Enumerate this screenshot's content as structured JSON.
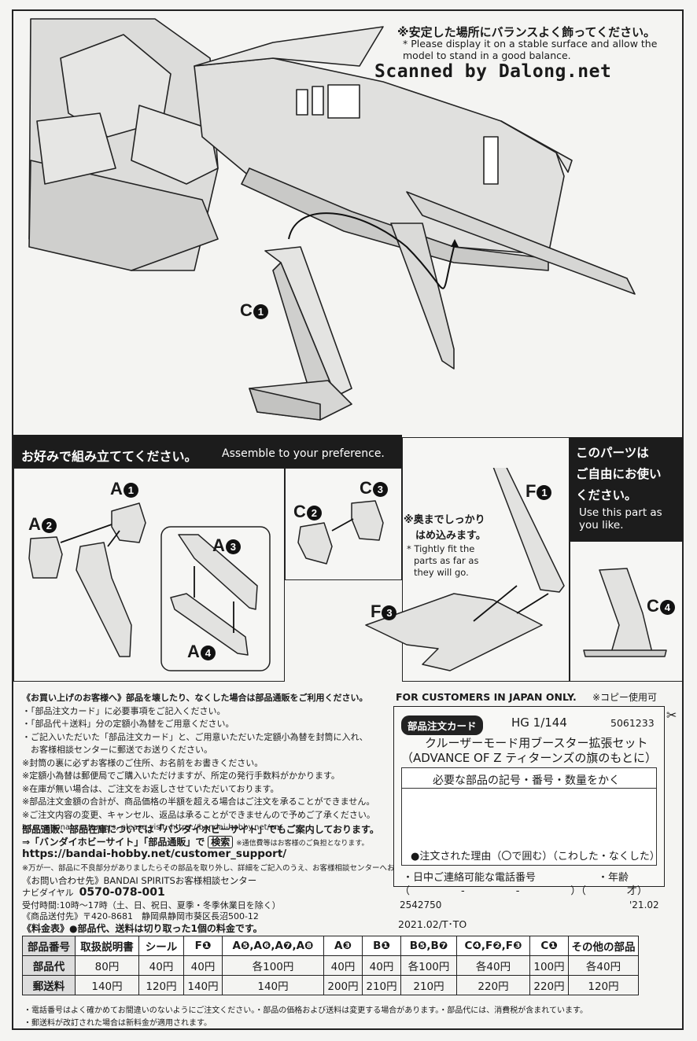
{
  "top": {
    "note_jp": "※安定した場所にバランスよく飾ってください。",
    "note_en_1": "* Please display it on a stable surface and allow the",
    "note_en_2": "model to stand in a good balance.",
    "watermark": "Scanned by Dalong.net",
    "part_c1": "C",
    "part_c1_num": "1"
  },
  "assemble": {
    "header_jp": "お好みで組み立ててください。",
    "header_en": "Assemble to your preference.",
    "labels": {
      "a1": "A",
      "a1n": "1",
      "a2": "A",
      "a2n": "2",
      "a3": "A",
      "a3n": "3",
      "a4": "A",
      "a4n": "4",
      "c2": "C",
      "c2n": "2",
      "c3": "C",
      "c3n": "3",
      "f1": "F",
      "f1n": "1",
      "f3": "F",
      "f3n": "3",
      "c4": "C",
      "c4n": "4"
    },
    "fit_jp_1": "※奥までしっかり",
    "fit_jp_2": "はめ込みます。",
    "fit_en_1": "* Tightly fit the",
    "fit_en_2": "parts as far as",
    "fit_en_3": "they will go.",
    "free_jp_1": "このパーツは",
    "free_jp_2": "ご自由にお使い",
    "free_jp_3": "ください。",
    "free_en_1": "Use this part as",
    "free_en_2": "you like."
  },
  "customers": {
    "title": "《お買い上げのお客様へ》部品を壊したり、なくした場合は部品通販をご利用ください。",
    "lines": [
      "・「部品注文カード」に必要事項をご記入ください。",
      "・「部品代＋送料」分の定額小為替をご用意ください。",
      "・ご記入いただいた「部品注文カード」と、ご用意いただいた定額小為替を封筒に入れ、",
      "　お客様相談センターに郵送でお送りください。",
      "※封筒の裏に必ずお客様のご住所、お名前をお書きください。",
      "※定額小為替は郵便局でご購入いただけますが、所定の発行手数料がかかります。",
      "※在庫が無い場合は、ご注文をお返しさせていただいております。",
      "※部品注文金額の合計が、商品価格の半額を超える場合はご注文を承ることができません。",
      "※ご注文内容の変更、キャンセル、返品は承ることができませんので予めご了承ください。",
      "International customers, please visit: https://bandai-hobby.net/en/"
    ],
    "site_1": "部品通販、部品在庫については「バンダイホビーサイト」でもご案内しております。",
    "site_2a": "⇒「バンダイホビーサイト」「部品通販」で",
    "site_2b": "検索",
    "site_2c": "※通信費等はお客様のご負担となります。",
    "site_url": "https://bandai-hobby.net/customer_support/",
    "site_note": "※万が一、部品に不良部分がありましたらその部品を取り外し、詳細をご記入のうえ、お客様相談センターへお送りください。",
    "contact_1": "《お問い合わせ先》BANDAI SPIRITSお客様相談センター",
    "contact_2a": "ナビダイヤル",
    "contact_2b": "0570-078-001",
    "contact_3": "受付時間:10時～17時（土、日、祝日、夏季・冬季休業日を除く）",
    "contact_4": "《商品送付先》〒420-8681　静岡県静岡市葵区長沼500-12",
    "fee_title": "《料金表》●部品代、送料は切り取った1個の料金です。"
  },
  "card": {
    "for_customers": "FOR CUSTOMERS IN JAPAN ONLY.",
    "copy_ok": "※コピー使用可",
    "tag": "部品注文カード",
    "scale": "HG 1/144",
    "code": "5061233",
    "product_1": "クルーザーモード用ブースター拡張セット",
    "product_2": "（ADVANCE OF Z ティターンズの旗のもとに）",
    "need": "必要な部品の記号・番号・数量をかく",
    "reason": "●注文された理由（〇で囲む）（こわした・なくした）",
    "phone": "・日中ご連絡可能な電話番号",
    "age": "・年齢",
    "phone_fmt": "（　　　　　-　　　　　-　　　　　）（　　　　才）",
    "barcode": "2542750",
    "date_short": "'21.02",
    "date_full": "2021.02/T･TO"
  },
  "fee_table": {
    "headers": [
      "部品番号",
      "取扱説明書",
      "シール",
      "F❶",
      "A❺,A❻,A❼,A❽",
      "A❸",
      "B❶",
      "B❺,B❼",
      "C❹,F❷,F❸",
      "C❶",
      "その他の部品"
    ],
    "price_label": "部品代",
    "prices": [
      "80円",
      "40円",
      "40円",
      "各100円",
      "40円",
      "40円",
      "各100円",
      "各40円",
      "100円",
      "各40円"
    ],
    "ship_label": "郵送料",
    "shipping": [
      "140円",
      "120円",
      "140円",
      "140円",
      "200円",
      "210円",
      "210円",
      "220円",
      "220円",
      "120円"
    ]
  },
  "footer": {
    "line_1": "・電話番号はよく確かめてお間違いのないようにご注文ください。・部品の価格および送料は変更する場合があります。・部品代には、消費税が含まれています。",
    "line_2": "・郵送料が改訂された場合は新料金が適用されます。"
  }
}
